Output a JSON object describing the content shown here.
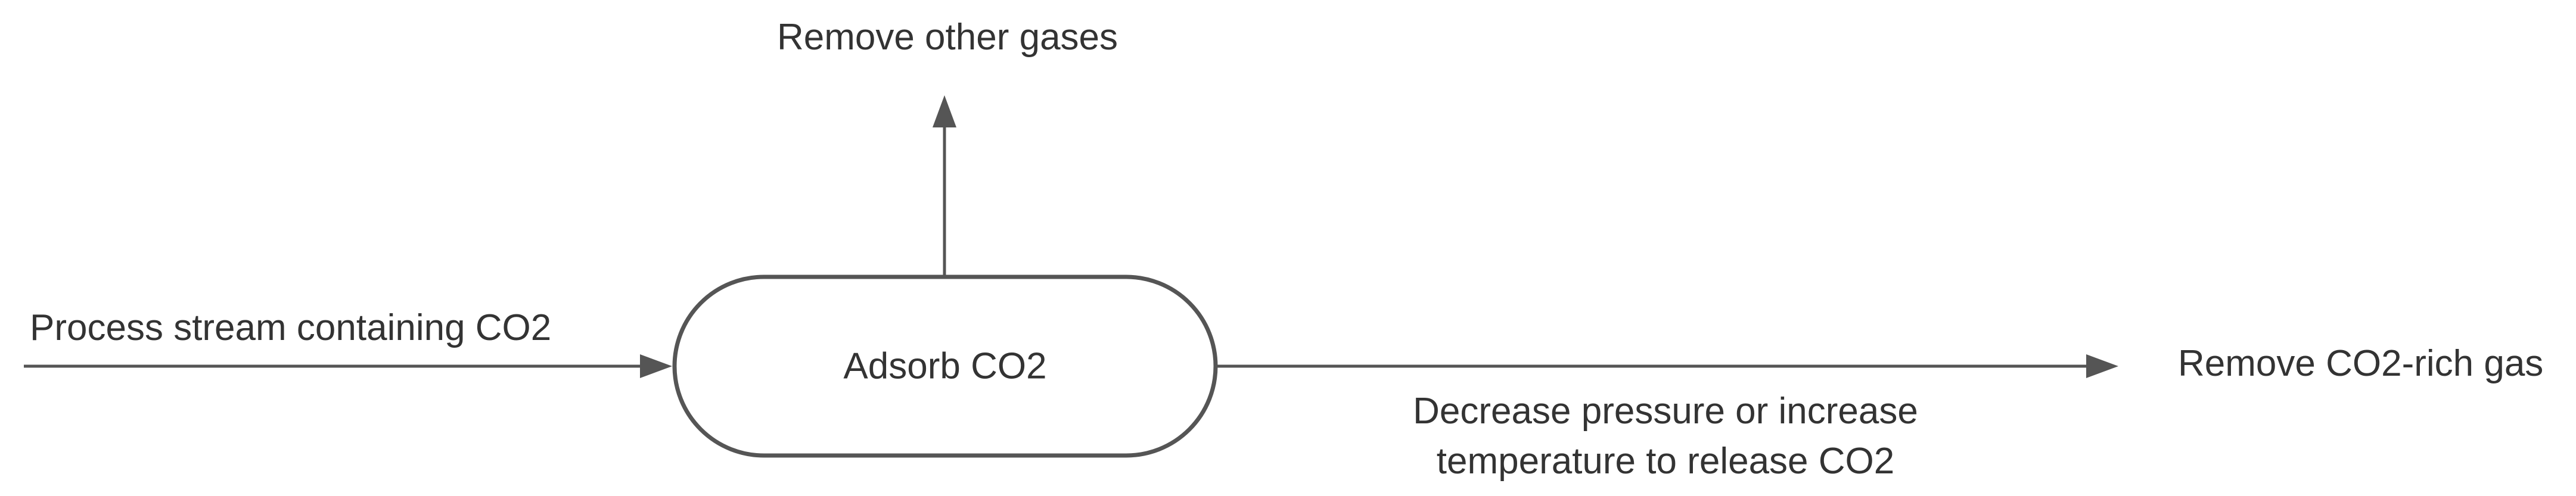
{
  "diagram": {
    "process_node": {
      "label": "Adsorb CO2"
    },
    "input": {
      "label": "Process stream containing CO2"
    },
    "top_output": {
      "label": "Remove other gases"
    },
    "right_output": {
      "label": "Remove CO2-rich gas"
    },
    "release_note": {
      "line1": "Decrease pressure or increase",
      "line2": "temperature to release CO2"
    }
  }
}
